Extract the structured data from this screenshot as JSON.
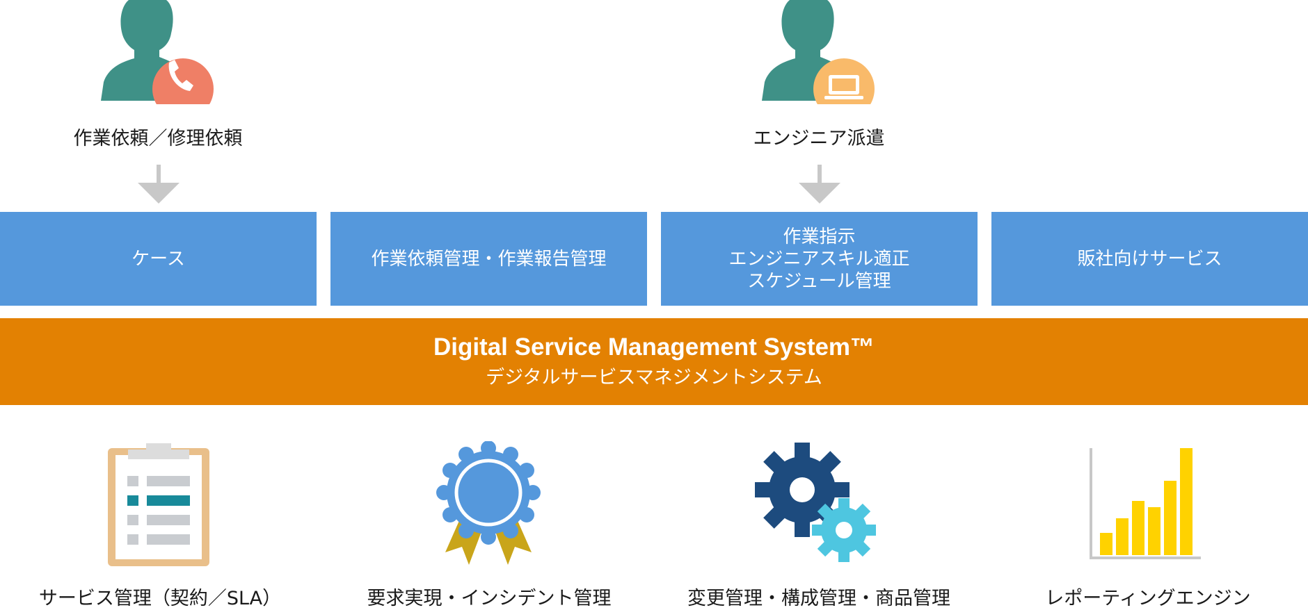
{
  "roles": [
    {
      "label": "作業依頼／修理依頼",
      "icon": "person-phone-icon"
    },
    {
      "label": "エンジニア派遣",
      "icon": "person-laptop-icon"
    }
  ],
  "boxes": [
    {
      "lines": [
        "ケース"
      ]
    },
    {
      "lines": [
        "作業依頼管理・作業報告管理"
      ]
    },
    {
      "lines": [
        "作業指示",
        "エンジニアスキル適正",
        "スケジュール管理"
      ]
    },
    {
      "lines": [
        "販社向けサービス"
      ]
    }
  ],
  "system": {
    "title": "Digital Service Management System™",
    "subtitle": "デジタルサービスマネジメントシステム"
  },
  "features": [
    {
      "label": "サービス管理（契約／SLA）",
      "icon": "clipboard-icon"
    },
    {
      "label": "要求実現・インシデント管理",
      "icon": "award-ribbon-icon"
    },
    {
      "label": "変更管理・構成管理・商品管理",
      "icon": "gears-icon"
    },
    {
      "label": "レポーティングエンジン",
      "icon": "bar-chart-icon"
    }
  ],
  "colors": {
    "box_blue": "#5598dc",
    "band_orange": "#e38102",
    "person_teal": "#3f9187",
    "phone_badge": "#ef7f66",
    "laptop_badge": "#f9ba6a",
    "arrow_gray": "#c8c8c8"
  }
}
